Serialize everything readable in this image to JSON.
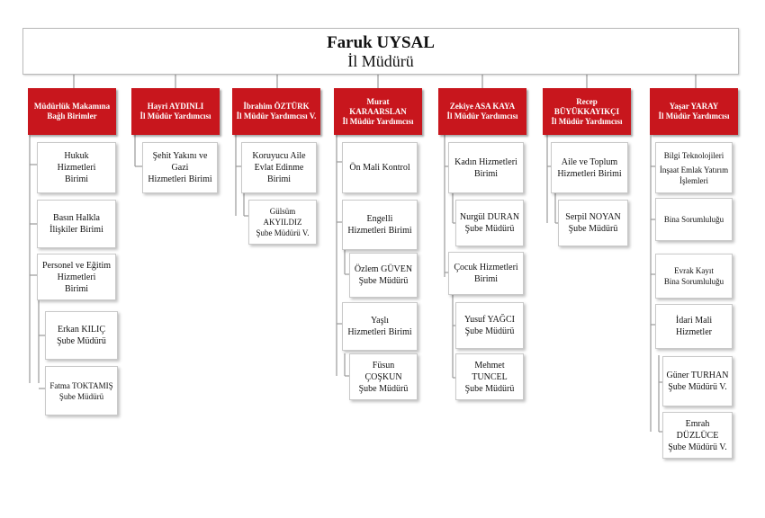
{
  "director": {
    "name": "Faruk UYSAL",
    "title": "İl Müdürü"
  },
  "columns": [
    {
      "head": [
        "Müdürlük Makamına",
        "Bağlı Birimler"
      ],
      "children": [
        [
          "Hukuk",
          "Hizmetleri",
          "Birimi"
        ],
        [
          "Basın Halkla",
          "İlişkiler Birimi"
        ],
        [
          "Personel ve Eğitim",
          "Hizmetleri",
          "Birimi"
        ],
        [
          "Erkan KILIÇ",
          "Şube Müdürü"
        ],
        [
          "Fatma TOKTAMIŞ",
          "Şube Müdürü"
        ]
      ]
    },
    {
      "head": [
        "Hayri AYDINLI",
        "İl Müdür Yardımcısı"
      ],
      "children": [
        [
          "Şehit Yakını ve",
          "Gazi",
          "Hizmetleri Birimi"
        ]
      ]
    },
    {
      "head": [
        "İbrahim ÖZTÜRK",
        "İl Müdür Yardımcısı V."
      ],
      "children": [
        [
          "Koruyucu Aile",
          "Evlat Edinme",
          "Birimi"
        ],
        [
          "Gülsüm AKYILDIZ",
          "Şube Müdürü V."
        ]
      ]
    },
    {
      "head": [
        "Murat",
        "KARAARSLAN",
        "İl Müdür Yardımcısı"
      ],
      "children": [
        [
          "Ön Mali Kontrol"
        ],
        [
          "Engelli",
          "Hizmetleri Birimi"
        ],
        [
          "Özlem GÜVEN",
          "Şube Müdürü"
        ],
        [
          "Yaşlı",
          "Hizmetleri Birimi"
        ],
        [
          "Füsun ÇOŞKUN",
          "Şube Müdürü"
        ]
      ]
    },
    {
      "head": [
        "Zekiye ASA KAYA",
        "İl Müdür Yardımcısı"
      ],
      "children": [
        [
          "Kadın Hizmetleri",
          "Birimi"
        ],
        [
          "Nurgül DURAN",
          "Şube Müdürü"
        ],
        [
          "Çocuk Hizmetleri",
          "Birimi"
        ],
        [
          "Yusuf YAĞCI",
          "Şube Müdürü"
        ],
        [
          "Mehmet",
          "TUNCEL",
          "Şube Müdürü"
        ]
      ]
    },
    {
      "head": [
        "Recep",
        "BÜYÜKKAYIKÇI",
        "İl Müdür Yardımcısı"
      ],
      "children": [
        [
          "Aile ve Toplum",
          "Hizmetleri Birimi"
        ],
        [
          "Serpil NOYAN",
          "Şube Müdürü"
        ]
      ]
    },
    {
      "head": [
        "Yaşar YARAY",
        "İl Müdür Yardımcısı"
      ],
      "children": [
        [
          "Bilgi Teknolojileri",
          "",
          "İnşaat Emlak Yatırım",
          "İşlemleri"
        ],
        [
          "Bina Sorumluluğu"
        ],
        [
          "Evrak Kayıt",
          "Bina Sorumluluğu"
        ],
        [
          "İdari Mali",
          "Hizmetler"
        ],
        [
          "Güner TURHAN",
          "Şube Müdürü V."
        ],
        [
          "Emrah DÜZLÜCE",
          "Şube Müdürü V."
        ]
      ]
    }
  ]
}
